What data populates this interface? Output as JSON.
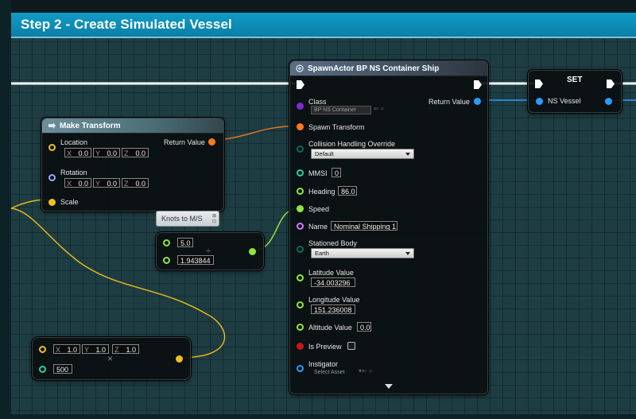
{
  "comment": {
    "title": "Step 2 - Create Simulated Vessel",
    "color": "#0b93be"
  },
  "colors": {
    "exec": "#ffffff",
    "transform": "#ff7a1a",
    "vector": "#f0c020",
    "rotator": "#9aa8ff",
    "float": "#8fe640",
    "integer": "#2ad0a8",
    "string": "#d678ff",
    "object": "#2b9cff",
    "class": "#7b2bd6",
    "enum": "#0a6a5a",
    "bool": "#c01818"
  },
  "make_transform": {
    "title": "Make Transform",
    "icon": "function-icon",
    "location_label": "Location",
    "location": {
      "x": "0.0",
      "y": "0.0",
      "z": "0.0"
    },
    "rotation_label": "Rotation",
    "rotation": {
      "x": "0.0",
      "y": "0.0",
      "z": "0.0"
    },
    "scale_label": "Scale",
    "return_label": "Return Value"
  },
  "divide_node": {
    "comment_bubble": "Knots to M/S",
    "bubble_icons": "bubble-pin-icon",
    "a": "5.0",
    "b": "1.943844",
    "operator": "÷"
  },
  "multiply_node": {
    "vector": {
      "x": "1.0",
      "y": "1.0",
      "z": "1.0"
    },
    "int_value": "500",
    "operator": "×"
  },
  "spawn_actor": {
    "title": "SpawnActor BP NS Container Ship",
    "icon": "spawn-icon",
    "class_label": "Class",
    "class_value": "BP NS Container",
    "return_label": "Return Value",
    "spawn_transform_label": "Spawn Transform",
    "collision_label": "Collision Handling Override",
    "collision_value": "Default",
    "mmsi_label": "MMSI",
    "mmsi_value": "0",
    "heading_label": "Heading",
    "heading_value": "86.0",
    "speed_label": "Speed",
    "name_label": "Name",
    "name_value": "Nominal Shipping 1",
    "stationed_label": "Stationed Body",
    "stationed_value": "Earth",
    "latitude_label": "Latitude Value",
    "latitude_value": "-34.003296",
    "longitude_label": "Longitude Value",
    "longitude_value": "151.236008",
    "altitude_label": "Altitude Value",
    "altitude_value": "0.0",
    "preview_label": "Is Preview",
    "instigator_label": "Instigator",
    "instigator_value": "Select Asset"
  },
  "set_node": {
    "title": "SET",
    "var_label": "NS Vessel"
  }
}
